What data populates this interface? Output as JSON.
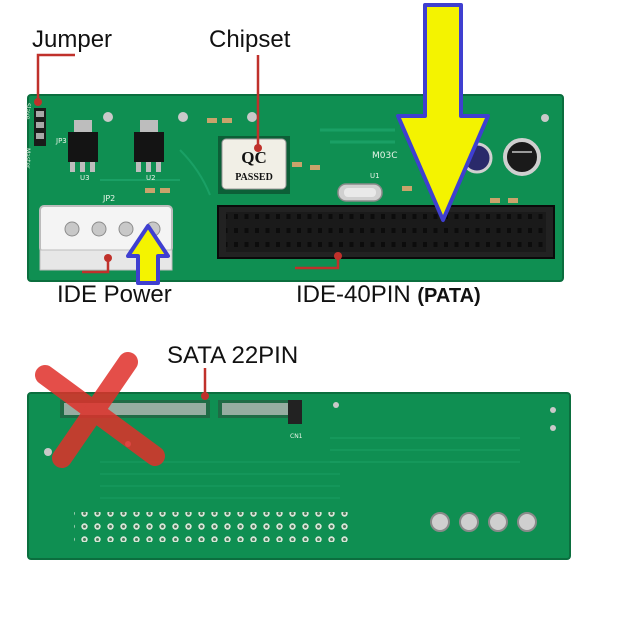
{
  "labels": {
    "jumper": "Jumper",
    "chipset": "Chipset",
    "ide_power": "IDE Power",
    "ide40pin": "IDE-40PIN",
    "pata": "(PATA)",
    "sata22pin": "SATA 22PIN"
  },
  "board_text": {
    "qc_top": "QC",
    "qc_bottom": "PASSED",
    "jp2": "JP2",
    "jp3": "JP3",
    "u1": "U1",
    "u2": "U2",
    "u3": "U3",
    "m03c": "M03C",
    "cn1": "CN1",
    "slave": "Slave",
    "master": "Master"
  },
  "colors": {
    "pcb": "#0f8f52",
    "pcb_dark": "#0b6e3e",
    "callout": "#c0312b",
    "arrow_fill": "#f4f300",
    "arrow_stroke": "#3f3fd0",
    "cross": "#e0302a"
  },
  "icons": {
    "big_arrow": "down-arrow-icon",
    "small_arrow": "up-arrow-icon",
    "cross": "x-mark-icon"
  }
}
